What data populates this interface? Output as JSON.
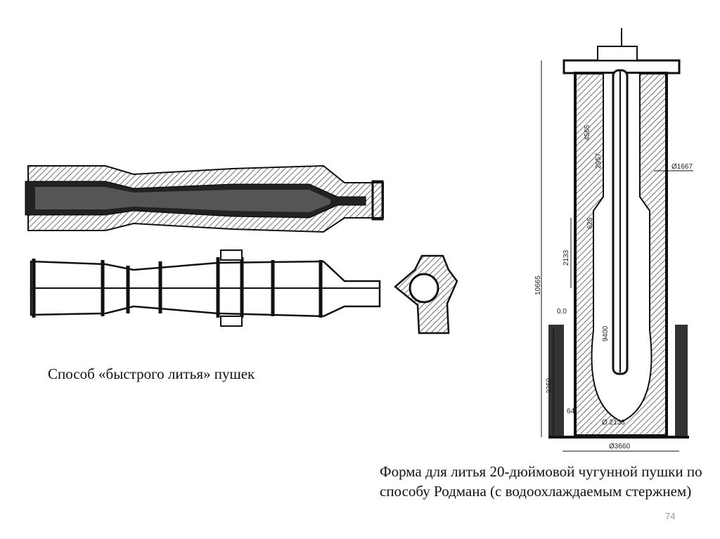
{
  "slide": {
    "caption_left": "Способ «быстрого литья» пушек",
    "caption_right": "Форма для литья 20-дюймовой чугунной пушки по способу Родмана (с водоохлаждаемым стержнем)",
    "page_number": "74"
  },
  "drawing_dimensions": {
    "d1": "4565",
    "d2": "2957",
    "d3": "625",
    "d4": "Ø1667",
    "d5": "2133",
    "d6": "10665",
    "d7": "0,0",
    "d8": "9400",
    "d9": "3350",
    "d10": "64",
    "d11": "Ø 2133",
    "d12": "Ø3660"
  }
}
